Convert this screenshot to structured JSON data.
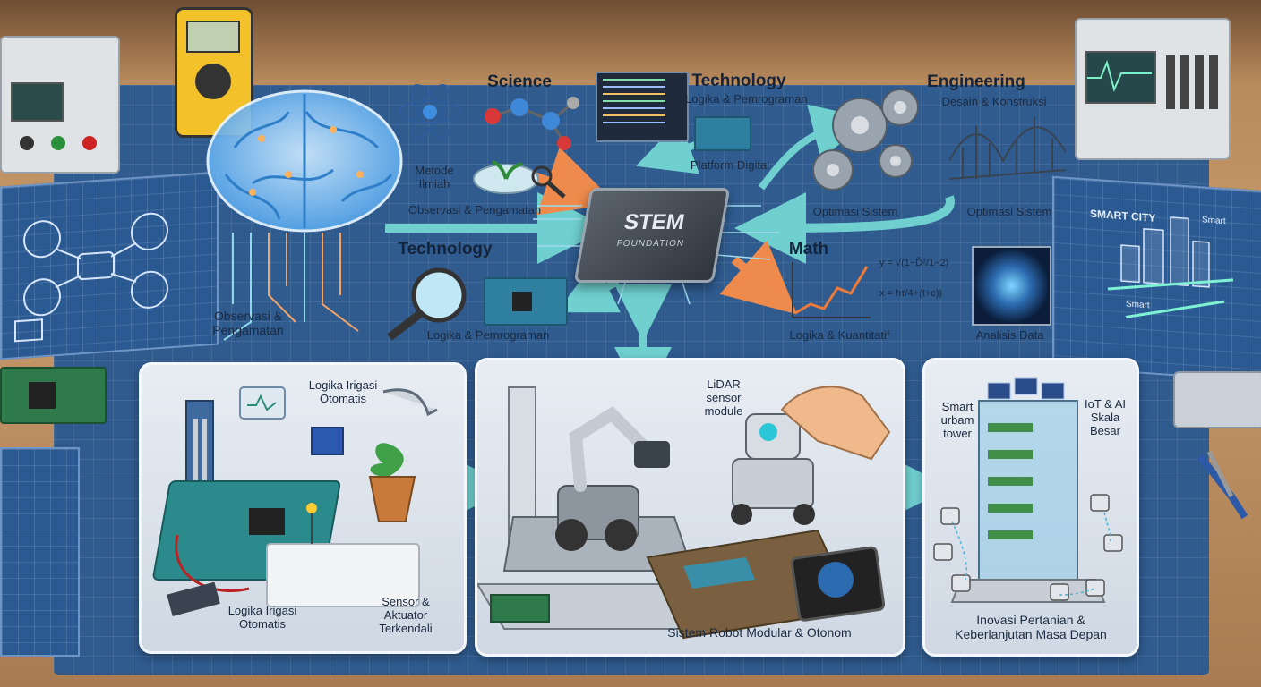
{
  "top": {
    "science": {
      "title": "Science",
      "l1": "Metode\nIlmiah",
      "l2": "Observasi & Pengamatan"
    },
    "technology_top": {
      "title": "Technology",
      "sub": "Logika & Pemrograman",
      "platform": "Platform Digital"
    },
    "engineering": {
      "title": "Engineering",
      "sub": "Desain & Konstruksi",
      "opt1": "Optimasi Sistem",
      "opt2": "Optimasi Sistem"
    },
    "technology_mid": {
      "title": "Technology",
      "sub": "Logika & Pemrograman"
    },
    "math": {
      "title": "Math",
      "sub": "Logika & Kuantitatif",
      "eq1": "y = √(1−Ď²/1−2)",
      "eq2": "x = hτ/4+(t+c))",
      "analysis": "Analisis Data"
    },
    "brain": {
      "label": "Observasi &\nPengamatan"
    },
    "chip": {
      "l1": "STEM",
      "l2": "FOUNDATION"
    },
    "smart_city": {
      "label": "SMART CITY",
      "l2": "Smart",
      "l3": "Smart"
    }
  },
  "panels": {
    "p1": {
      "top_label": "Logika Irigasi\nOtomatis",
      "bottom_left": "Logika Irigasi\nOtomatis",
      "bottom_right": "Sensor &\nAktuator\nTerkendali"
    },
    "p2": {
      "lidar": "LiDAR\nsensor\nmodule",
      "caption": "Sistem Robot Modular & Otonom"
    },
    "p3": {
      "left": "Smart\nurbam\ntower",
      "right": "IoT & AI\nSkala\nBesar",
      "caption": "Inovasi Pertanian &\nKeberlanjutan Masa Depan"
    }
  },
  "colors": {
    "mat": "#2f5b8f",
    "panel": "#e3e9f0",
    "arrow_teal": "#5fc4c8",
    "arrow_orange": "#ee8a4b",
    "brain": "#5fb6ff"
  }
}
